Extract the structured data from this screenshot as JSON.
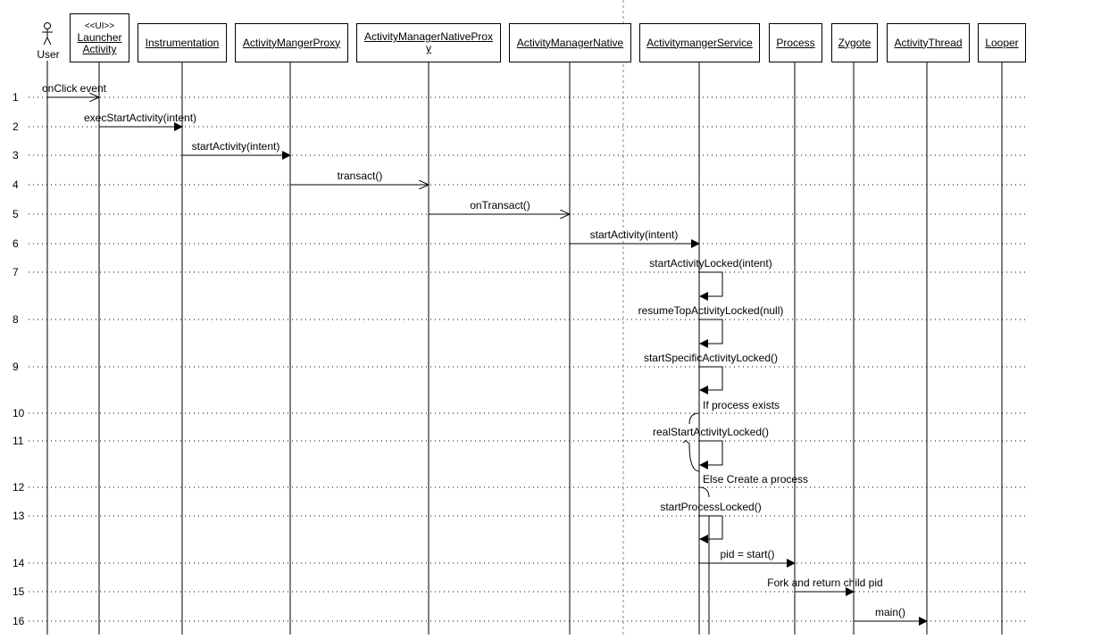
{
  "diagram": {
    "type": "sequence",
    "actor": {
      "label": "User",
      "icon": "stick-figure-icon"
    },
    "objects": [
      {
        "id": "launcher",
        "stereotype": "<<UI>>",
        "line1": "Launcher",
        "line2": "Activity"
      },
      {
        "id": "instrumentation",
        "line1": "Instrumentation"
      },
      {
        "id": "amproxy",
        "line1": "ActivityMangerProxy"
      },
      {
        "id": "amnativeproxy",
        "line1": "ActivityManagerNativeProx",
        "line2": "y"
      },
      {
        "id": "amnative",
        "line1": "ActivityManagerNative"
      },
      {
        "id": "amservice",
        "line1": "ActivitymangerService"
      },
      {
        "id": "process",
        "line1": "Process"
      },
      {
        "id": "zygote",
        "line1": "Zygote"
      },
      {
        "id": "activitythread",
        "line1": "ActivityThread"
      },
      {
        "id": "looper",
        "line1": "Looper"
      }
    ],
    "row_numbers": [
      "1",
      "2",
      "3",
      "4",
      "5",
      "6",
      "7",
      "8",
      "9",
      "10",
      "11",
      "12",
      "13",
      "14",
      "15",
      "16"
    ],
    "messages": [
      {
        "label": "onClick event"
      },
      {
        "label": "execStartActivity(intent)"
      },
      {
        "label": "startActivity(intent)"
      },
      {
        "label": "transact()"
      },
      {
        "label": "onTransact()"
      },
      {
        "label": "startActivity(intent)"
      },
      {
        "label": "startActivityLocked(intent)"
      },
      {
        "label": "resumeTopActivityLocked(null)"
      },
      {
        "label": "startSpecificActivityLocked()"
      },
      {
        "label": "realStartActivityLocked()"
      },
      {
        "label": "startProcessLocked()"
      },
      {
        "label": "pid = start()"
      },
      {
        "label": "Fork and return child pid"
      },
      {
        "label": "main()"
      }
    ],
    "notes": {
      "if_branch": "If process exists",
      "else_branch": "Else Create a process"
    }
  }
}
